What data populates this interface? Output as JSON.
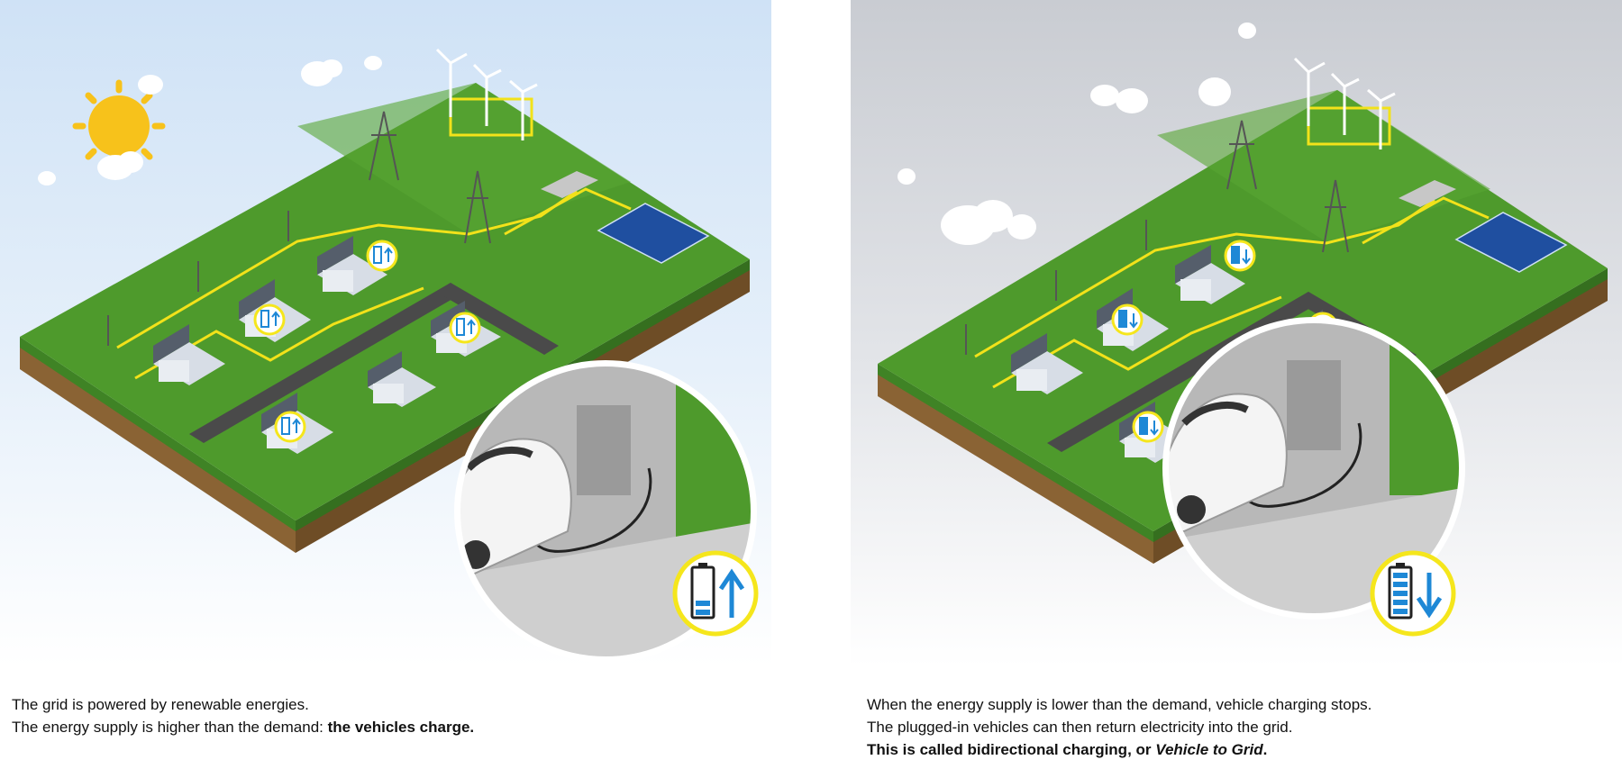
{
  "left_panel": {
    "caption": {
      "line1": "The grid is powered by renewable energies.",
      "line2_prefix": "The energy supply is higher than the demand: ",
      "line2_bold": "the vehicles charge."
    },
    "battery_state": "charging",
    "arrow_direction": "up"
  },
  "right_panel": {
    "caption": {
      "line1": "When the energy supply is lower than the demand, vehicle charging stops.",
      "line2": "The plugged-in vehicles can then return electricity into the grid.",
      "line3_bold": "This is called bidirectional charging, or ",
      "line3_bold_italic": "Vehicle to Grid",
      "line3_end": "."
    },
    "battery_state": "discharging",
    "arrow_direction": "down"
  },
  "colors": {
    "grass": "#4e9a2c",
    "grass_dark": "#3f8325",
    "soil": "#8a6334",
    "road": "#4a4a4a",
    "power_line": "#f2e21a",
    "badge_ring": "#f5e61c",
    "battery_blue": "#1e88d6",
    "sun": "#f7c21b"
  },
  "icons": [
    "sun-icon",
    "cloud-icon",
    "wind-turbine-icon",
    "pylon-icon",
    "solar-panel-icon",
    "house-icon",
    "battery-up-icon",
    "battery-down-icon",
    "car-icon",
    "wallbox-charger-icon"
  ]
}
